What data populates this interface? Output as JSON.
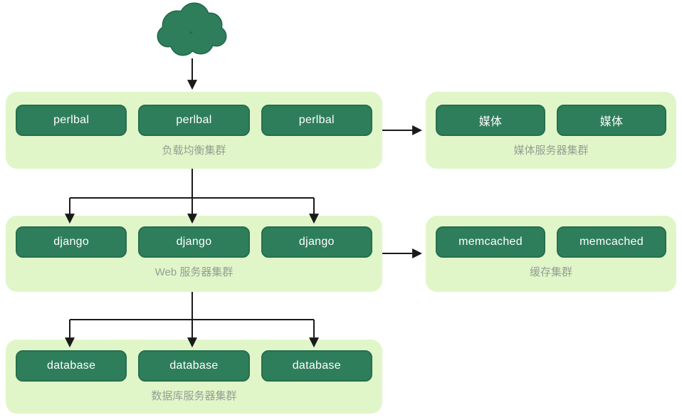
{
  "diagram_title": "django-site-architecture",
  "colors": {
    "cluster_bg": "#E1F6C8",
    "node_bg": "#2F7E5B",
    "node_border": "#256F4E",
    "node_text": "#FFFFFF",
    "label_text": "#949E94",
    "connector": "#1A1A1A",
    "cloud_fill": "#2F7E5B",
    "cloud_outline": "#1D6748"
  },
  "cloud": {
    "name": "internet-cloud"
  },
  "clusters": {
    "load_balancer": {
      "label": "负载均衡集群",
      "nodes": [
        "perlbal",
        "perlbal",
        "perlbal"
      ]
    },
    "media": {
      "label": "媒体服务器集群",
      "nodes": [
        "媒体",
        "媒体"
      ]
    },
    "web": {
      "label": "Web 服务器集群",
      "nodes": [
        "django",
        "django",
        "django"
      ]
    },
    "cache": {
      "label": "缓存集群",
      "nodes": [
        "memcached",
        "memcached"
      ]
    },
    "database": {
      "label": "数据库服务器集群",
      "nodes": [
        "database",
        "database",
        "database"
      ]
    }
  },
  "connections": [
    {
      "from": "cloud",
      "to": "load_balancer"
    },
    {
      "from": "load_balancer",
      "to": "media"
    },
    {
      "from": "load_balancer",
      "to": "web",
      "fanout": 3
    },
    {
      "from": "web",
      "to": "cache"
    },
    {
      "from": "web",
      "to": "database",
      "fanout": 3
    }
  ]
}
